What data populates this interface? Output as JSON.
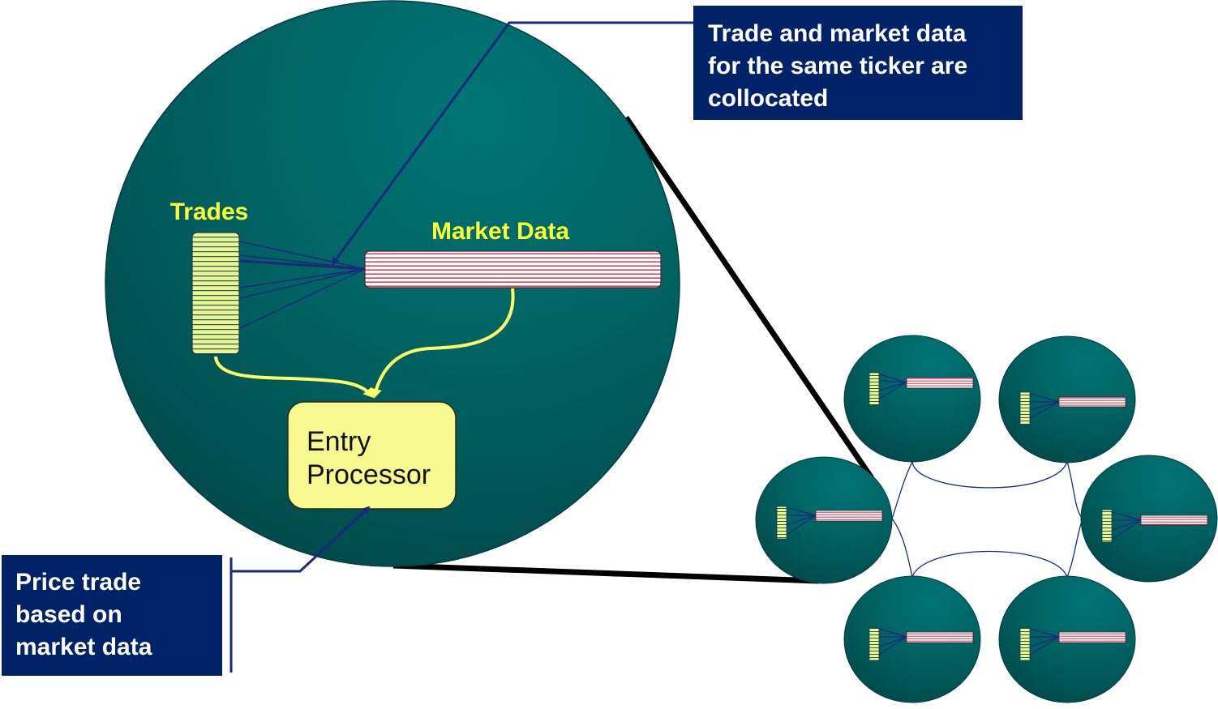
{
  "callouts": {
    "collocation": "Trade and market data\nfor the same ticker are\ncollocated",
    "pricing": "Price trade\nbased on\nmarket data"
  },
  "labels": {
    "trades": "Trades",
    "market_data": "Market Data",
    "entry_processor_line1": "Entry",
    "entry_processor_line2": "Processor"
  },
  "colors": {
    "node_fill": "#006d6d",
    "callout_bg": "#002266",
    "label_yellow": "#ffff33",
    "trades_stripe": "#e8f59a",
    "market_stripe": "#c0203a",
    "entry_processor_fill": "#f8f890",
    "connector_blue": "#1a2a7a"
  },
  "icons": {
    "trades_partition": "striped-vertical-bar",
    "market_partition": "striped-horizontal-bar",
    "cluster_node": "teal-circle"
  }
}
